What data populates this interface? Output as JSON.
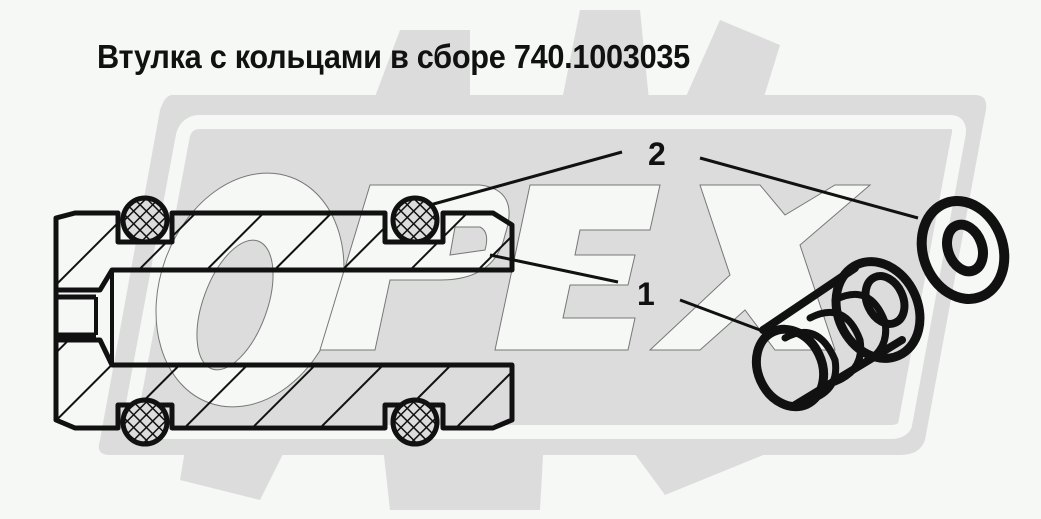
{
  "diagram": {
    "title": "Втулка с кольцами в сборе 740.1003035",
    "part_number": "740.1003035",
    "watermark": {
      "text": "ОРЕХ",
      "shape": "gear-logo",
      "color": "#dcdcdc"
    },
    "callouts": [
      {
        "number": "1",
        "label_ref": "bushing"
      },
      {
        "number": "2",
        "label_ref": "o-rings"
      }
    ],
    "colors": {
      "background": "#f6f8f6",
      "ink": "#111111",
      "watermark": "#dcdcdc"
    }
  }
}
